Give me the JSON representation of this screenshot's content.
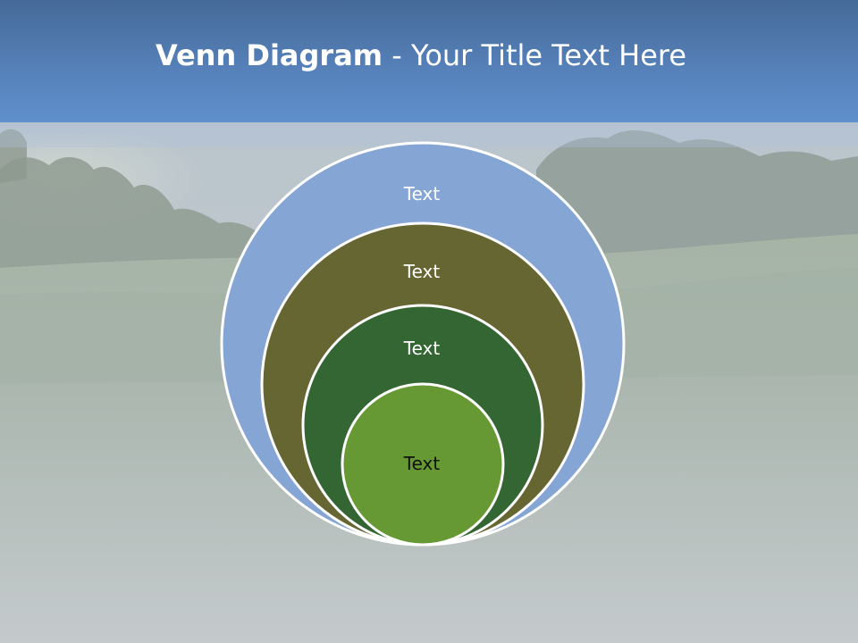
{
  "title": {
    "bold": "Venn Diagram",
    "rest": " - Your Title Text Here"
  },
  "diagram": {
    "circles": [
      {
        "label": "Text",
        "fill": "#85a5d4",
        "text_color": "#ffffff"
      },
      {
        "label": "Text",
        "fill": "#666633",
        "text_color": "#ffffff"
      },
      {
        "label": "Text",
        "fill": "#336633",
        "text_color": "#ffffff"
      },
      {
        "label": "Text",
        "fill": "#669933",
        "text_color": "#111111"
      }
    ],
    "stroke": "#ffffff"
  },
  "colors": {
    "title_bar": "#5580b8",
    "background": "#c5cdd0"
  }
}
